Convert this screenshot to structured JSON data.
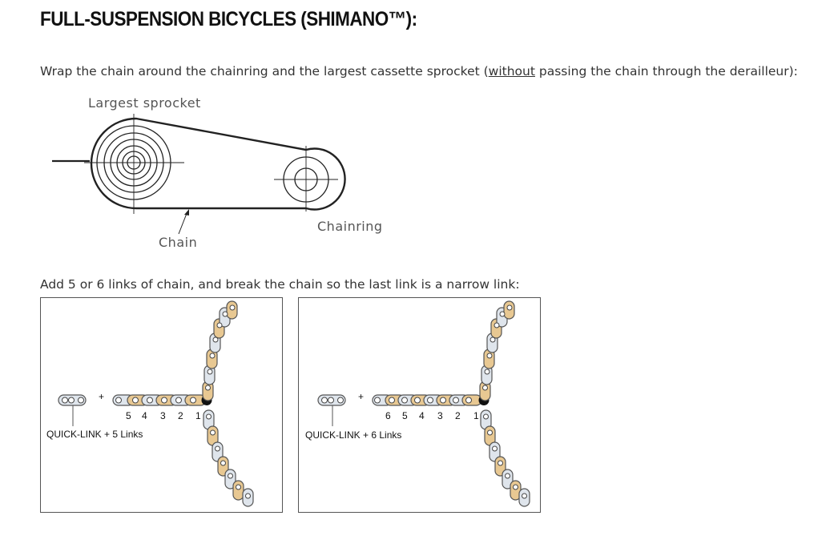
{
  "heading": "FULL-SUSPENSION BICYCLES (SHIMANO™):",
  "step1": {
    "before": "Wrap the chain around the chainring and the largest cassette sprocket (",
    "underlined": "without",
    "after": " passing the chain through the derailleur):"
  },
  "diagram1": {
    "label_sprocket": "Largest  sprocket",
    "label_chain": "Chain",
    "label_chainring": "Chainring"
  },
  "step2": "Add 5 or 6 links of chain, and break the chain so the last link is a narrow link:",
  "panel_left": {
    "plus": "+",
    "numbers": [
      "5",
      "4",
      "3",
      "2",
      "1"
    ],
    "caption": "QUICK-LINK + 5 Links"
  },
  "panel_right": {
    "plus": "+",
    "numbers": [
      "6",
      "5",
      "4",
      "3",
      "2",
      "1"
    ],
    "caption": "QUICK-LINK + 6 Links"
  },
  "colors": {
    "gold_link": "#e8c892",
    "silver_link": "#dfe5ec",
    "outline": "#555555"
  }
}
